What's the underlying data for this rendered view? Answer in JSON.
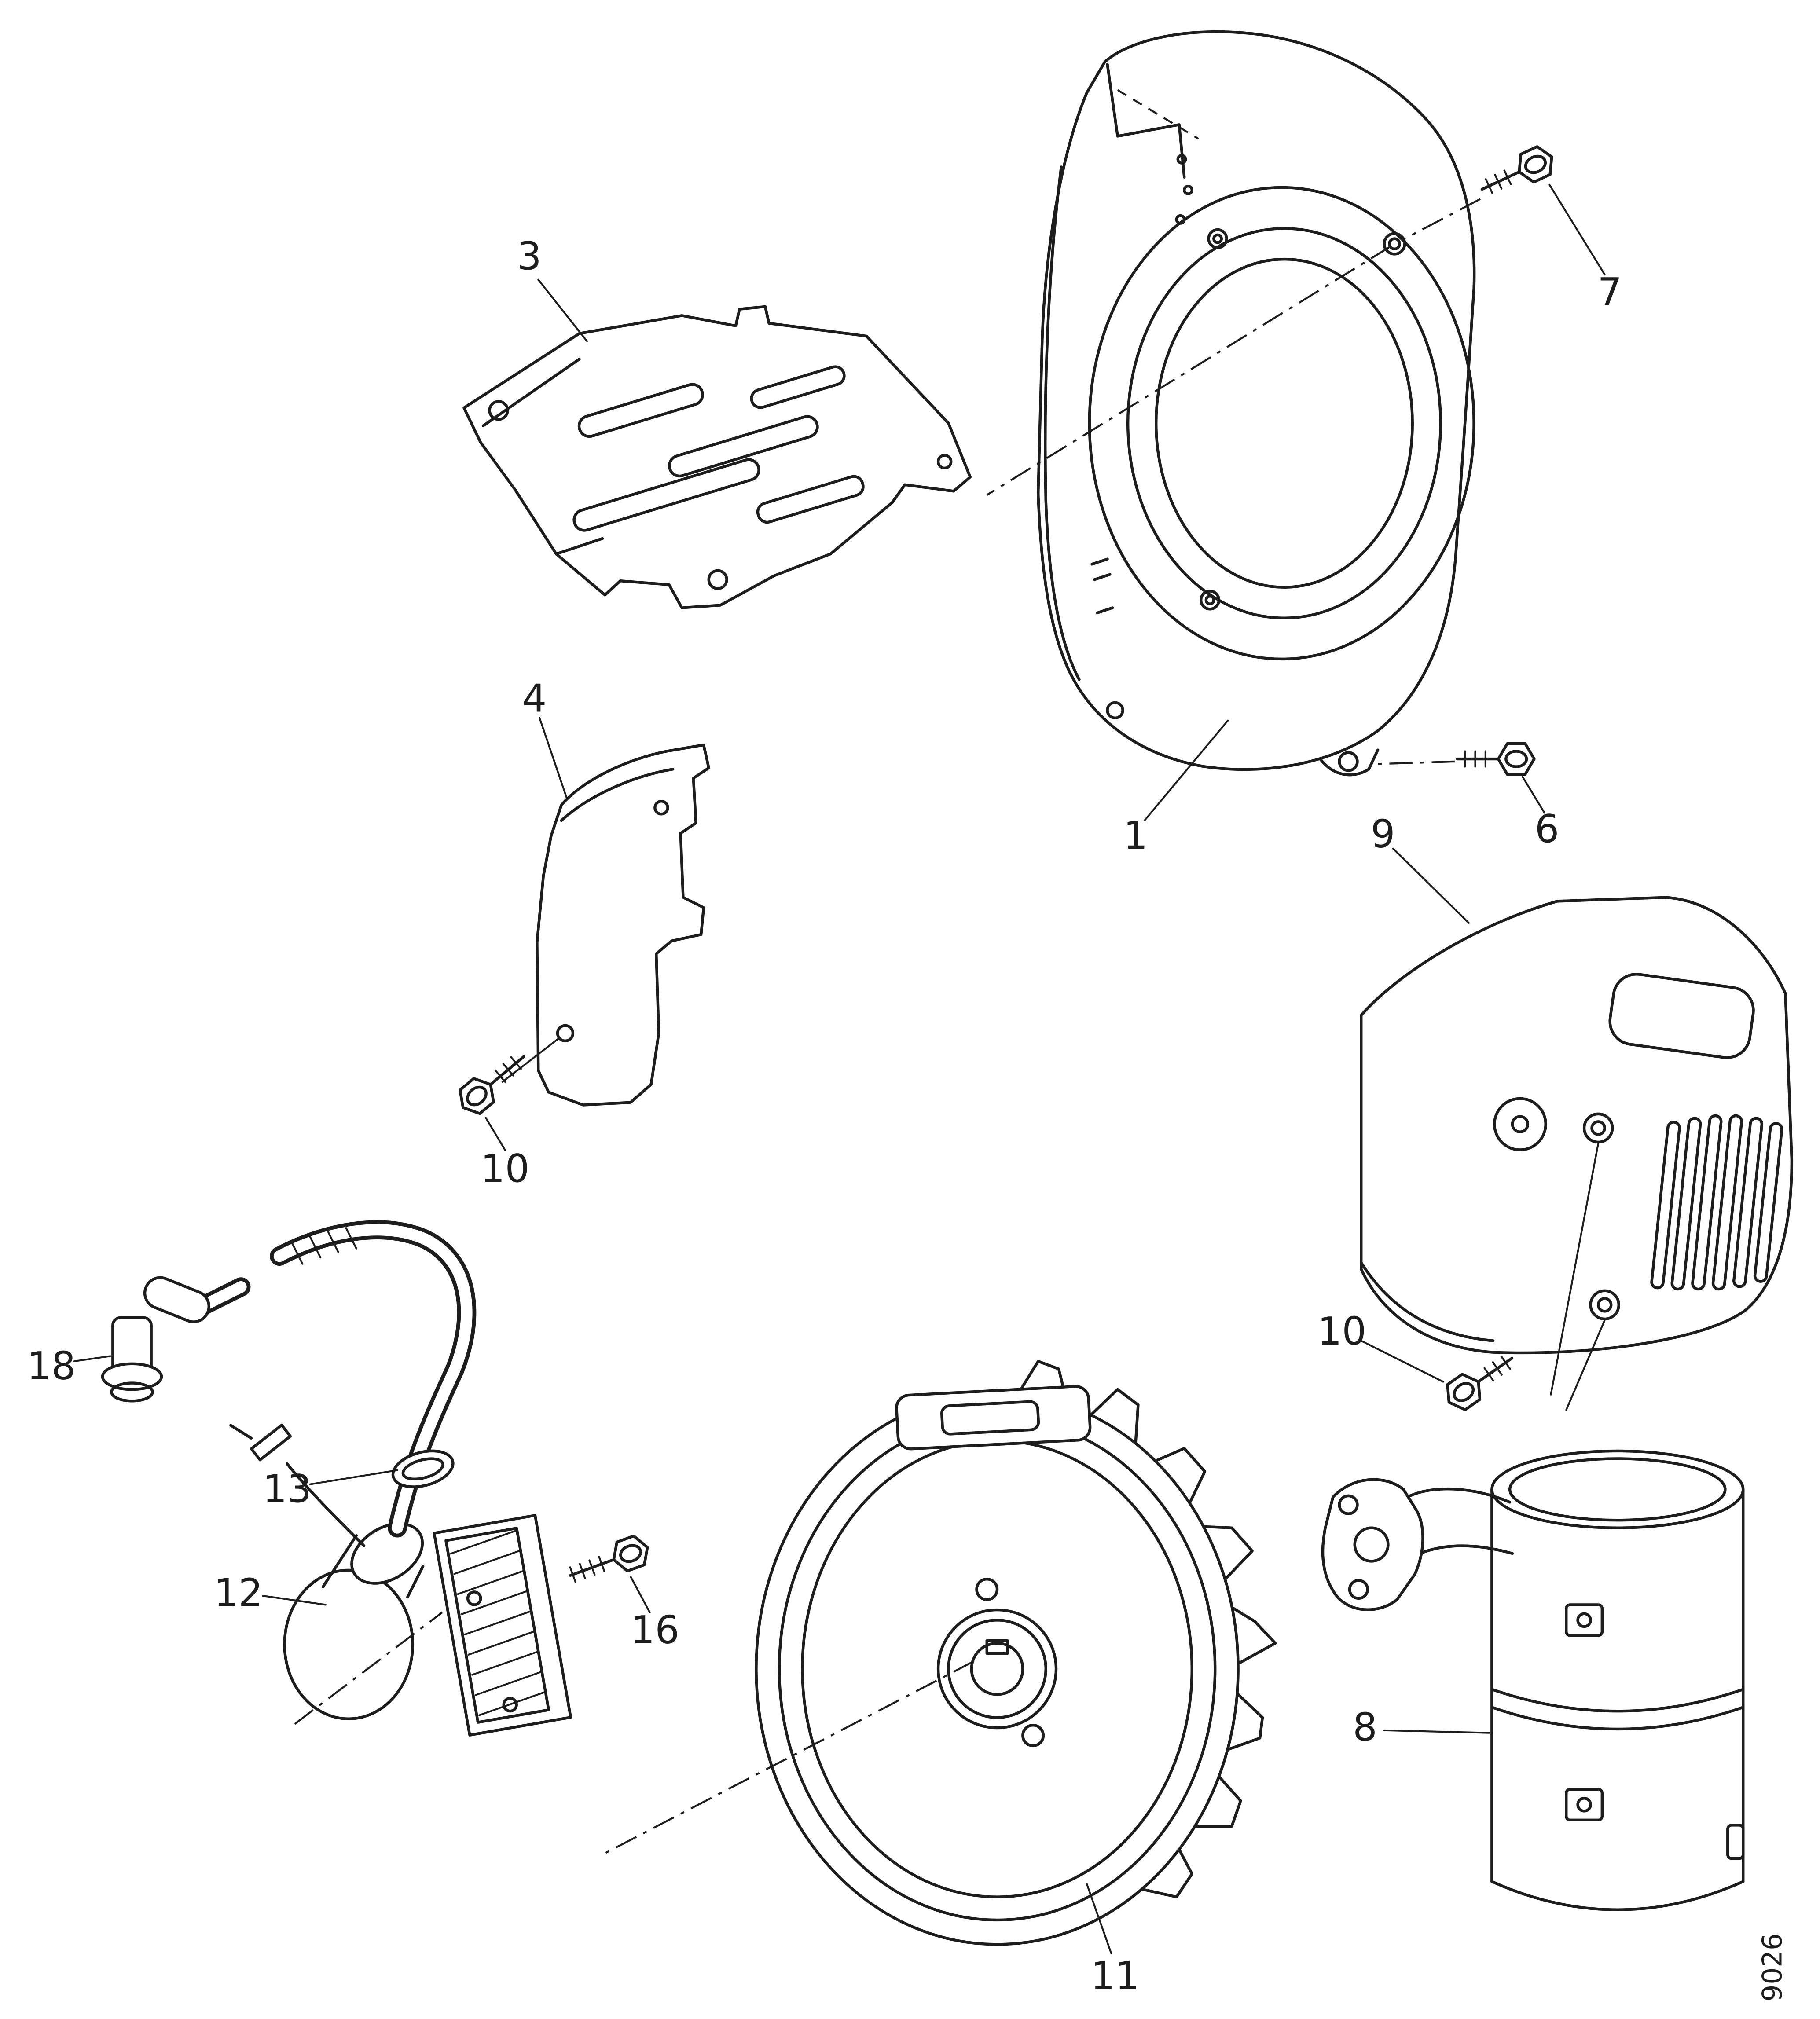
{
  "diagram": {
    "code": "9026",
    "background": "#ffffff",
    "line_color": "#1d1d1d",
    "callouts": [
      {
        "label": "3"
      },
      {
        "label": "4"
      },
      {
        "label": "10"
      },
      {
        "label": "18"
      },
      {
        "label": "13"
      },
      {
        "label": "12"
      },
      {
        "label": "16"
      },
      {
        "label": "11"
      },
      {
        "label": "1"
      },
      {
        "label": "6"
      },
      {
        "label": "7"
      },
      {
        "label": "9"
      },
      {
        "label": "10"
      },
      {
        "label": "8"
      }
    ]
  }
}
